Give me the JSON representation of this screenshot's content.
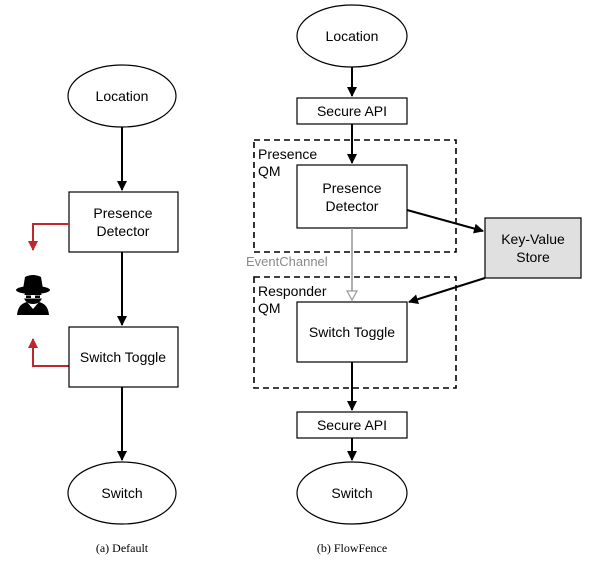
{
  "default_panel": {
    "location": "Location",
    "presence_detector": [
      "Presence",
      "Detector"
    ],
    "switch_toggle": "Switch Toggle",
    "switch": "Switch",
    "caption": "(a) Default"
  },
  "flowfence_panel": {
    "location": "Location",
    "secure_api_top": "Secure API",
    "presence_qm": [
      "Presence",
      "QM"
    ],
    "presence_detector": [
      "Presence",
      "Detector"
    ],
    "event_channel": "EventChannel",
    "key_value_store": [
      "Key-Value",
      "Store"
    ],
    "responder_qm": [
      "Responder",
      "QM"
    ],
    "switch_toggle": "Switch Toggle",
    "secure_api_bottom": "Secure API",
    "switch": "Switch",
    "caption": "(b) FlowFence"
  },
  "colors": {
    "leak_arrow": "#c0272d",
    "event_channel": "#999999",
    "store_fill": "#e0e0e0"
  },
  "icons": {
    "spy": "spy-icon"
  }
}
